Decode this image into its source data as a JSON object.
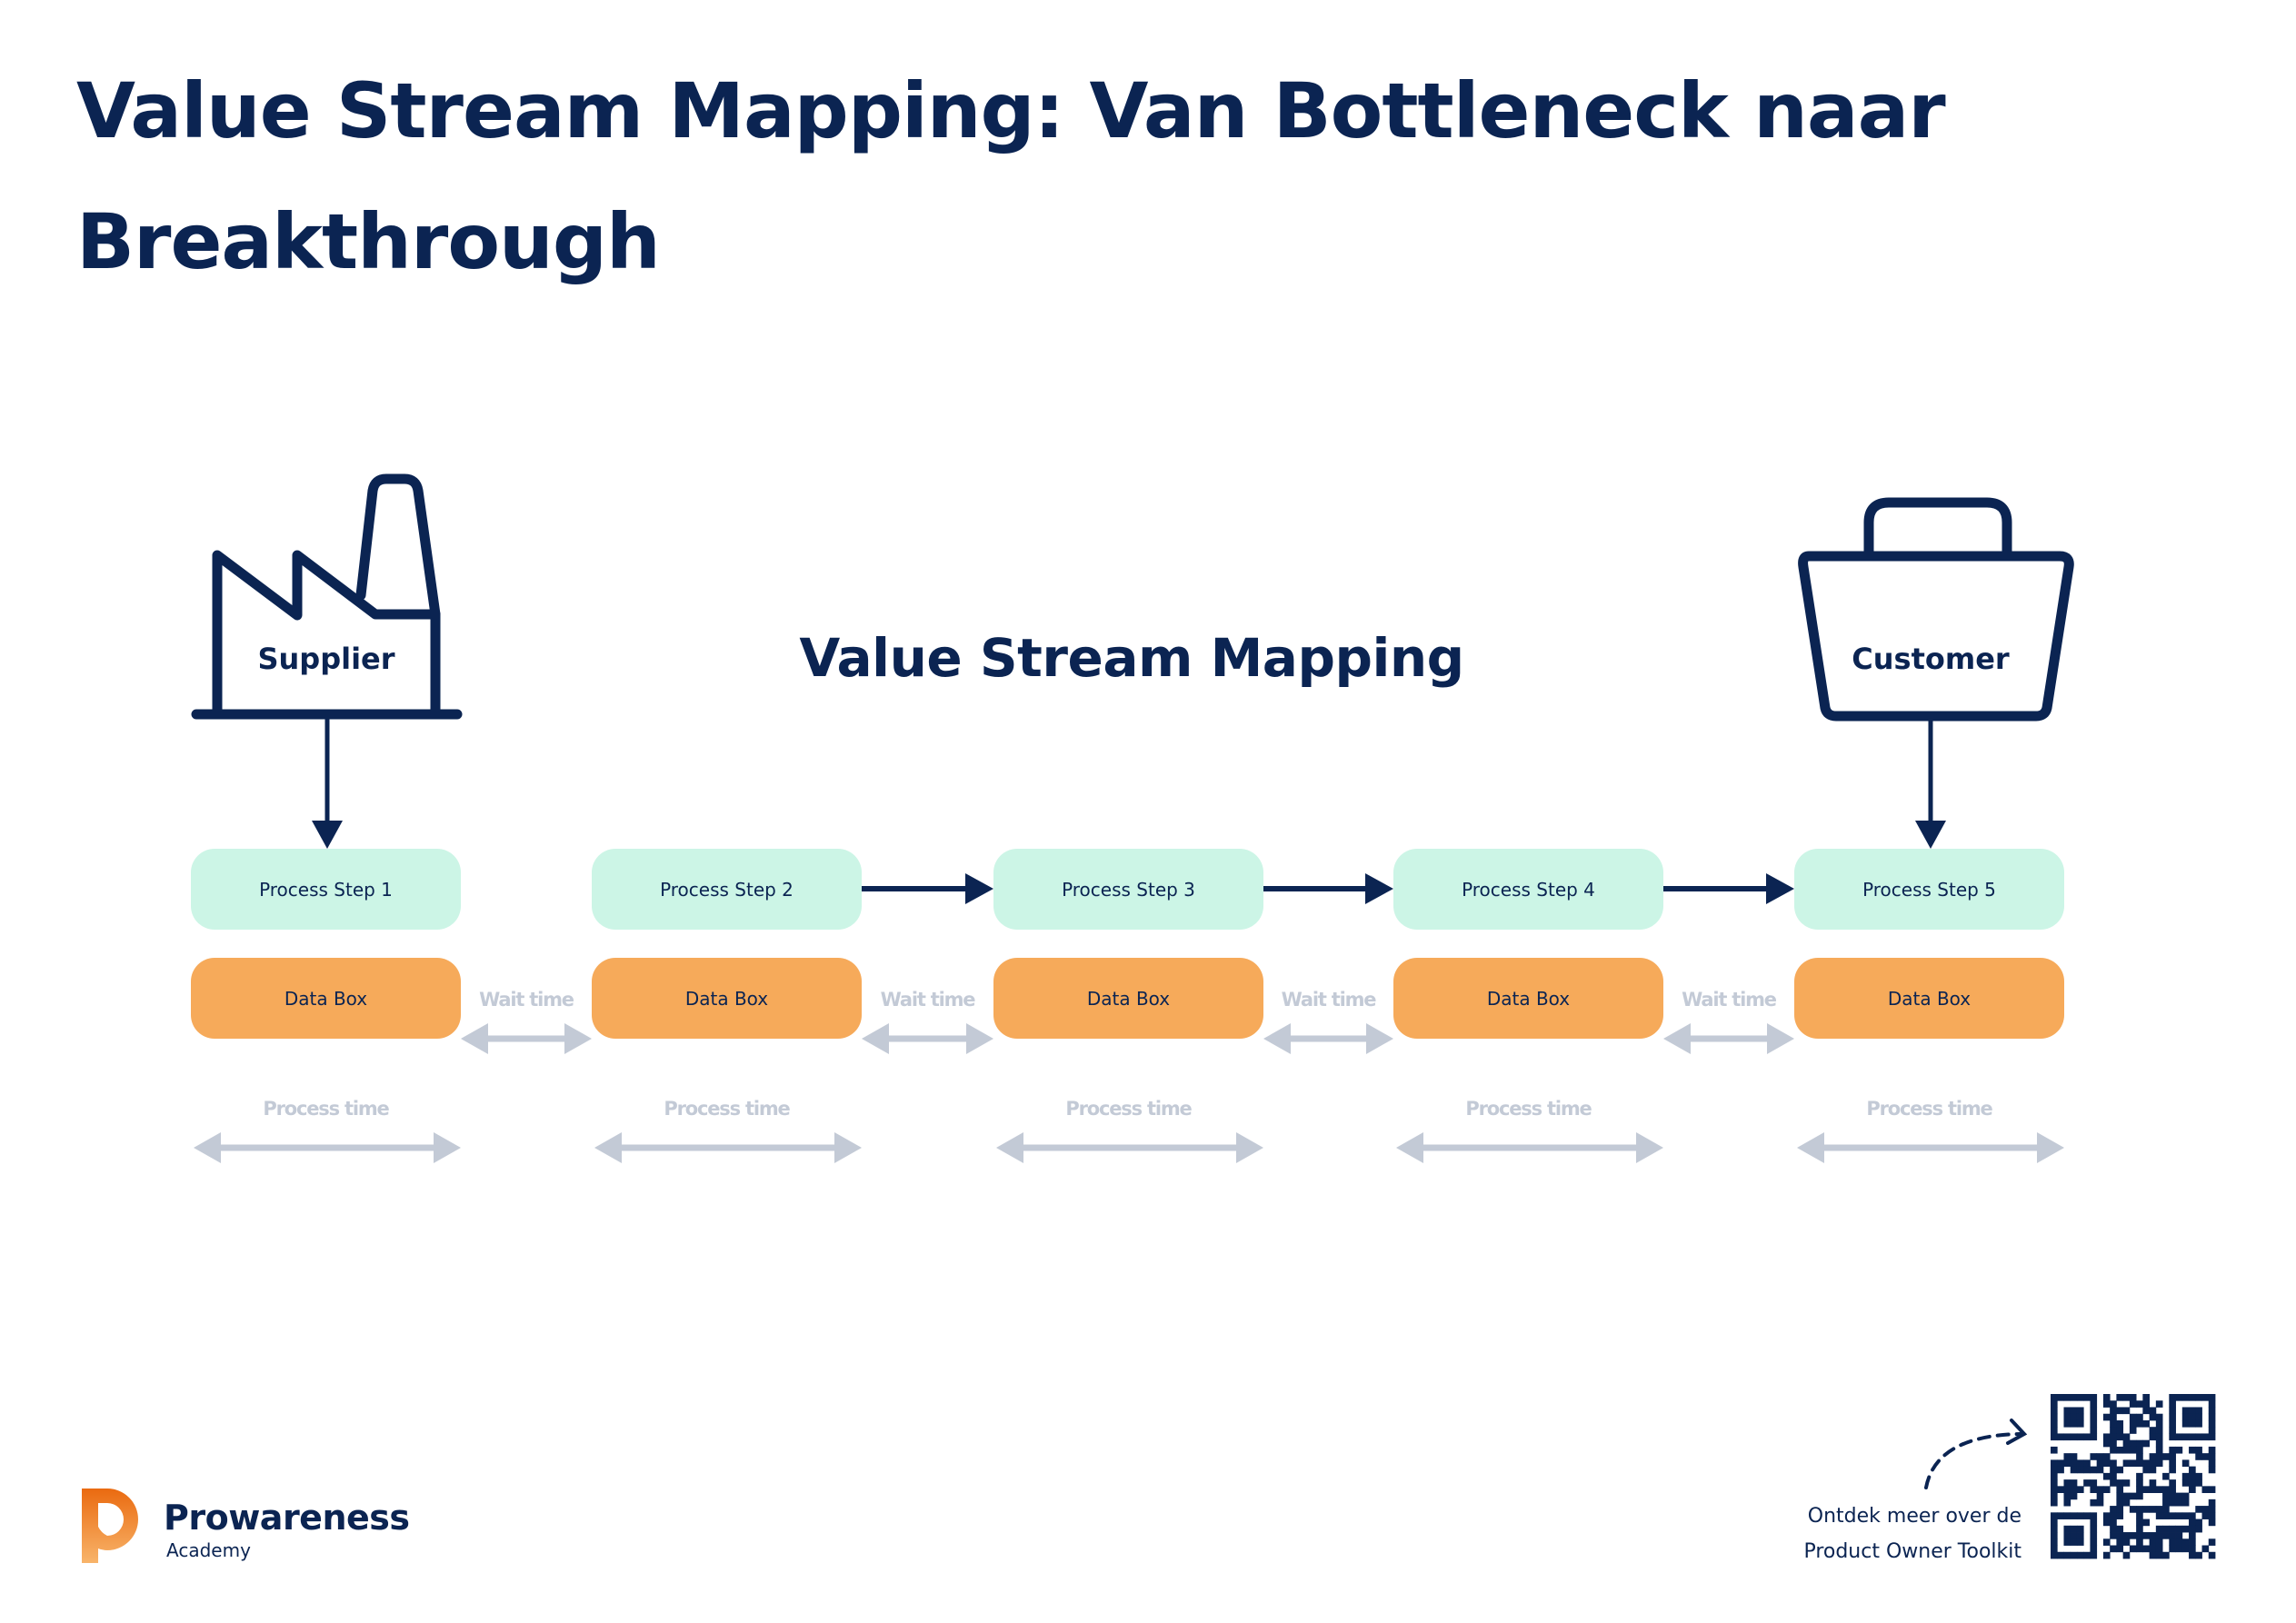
{
  "header": {
    "title_line1": "Value Stream Mapping: Van Bottleneck naar",
    "title_line2": "Breakthrough"
  },
  "diagram": {
    "title": "Value Stream Mapping",
    "supplier": {
      "label": "Supplier",
      "icon": "factory-icon"
    },
    "customer": {
      "label": "Customer",
      "icon": "shopping-basket-icon"
    },
    "steps": [
      {
        "label": "Process Step 1",
        "data_box": "Data Box",
        "process_time": "Process time"
      },
      {
        "label": "Process Step 2",
        "data_box": "Data Box",
        "process_time": "Process time"
      },
      {
        "label": "Process Step 3",
        "data_box": "Data Box",
        "process_time": "Process time"
      },
      {
        "label": "Process Step 4",
        "data_box": "Data Box",
        "process_time": "Process time"
      },
      {
        "label": "Process Step 5",
        "data_box": "Data Box",
        "process_time": "Process time"
      }
    ],
    "wait_times": [
      "Wait time",
      "Wait time",
      "Wait time",
      "Wait time"
    ],
    "flow_arrows": [
      {
        "from": "Process Step 2",
        "to": "Process Step 3"
      },
      {
        "from": "Process Step 3",
        "to": "Process Step 4"
      },
      {
        "from": "Process Step 4",
        "to": "Process Step 5"
      }
    ],
    "colors": {
      "navy": "#0b2452",
      "process_step": "#ccf5e6",
      "data_box": "#f6aa5a",
      "muted": "#c3cad6"
    }
  },
  "footer": {
    "brand_name": "Prowareness",
    "brand_sub": "Academy",
    "brand_color": "#ea6a10",
    "cta_line1": "Ontdek meer over de",
    "cta_line2": "Product Owner Toolkit",
    "qr_icon": "qr-code-icon",
    "arrow_icon": "dashed-arrow-icon"
  }
}
